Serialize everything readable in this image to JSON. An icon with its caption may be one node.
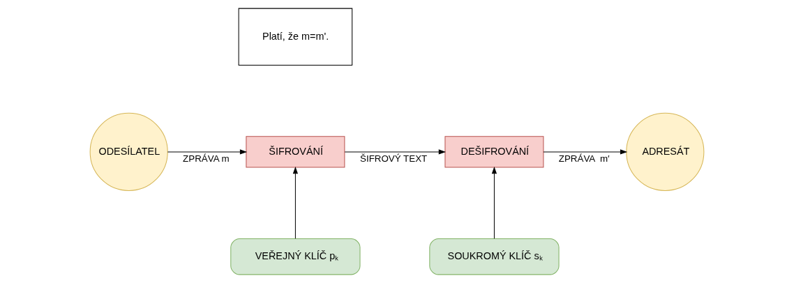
{
  "diagram": {
    "nodes": [
      {
        "text": [
          "Platí, že m=m'."
        ]
      },
      {
        "text": [
          "ODESÍLATEL"
        ]
      },
      {
        "text": [
          "ŠIFROVÁNÍ"
        ]
      },
      {
        "text": [
          "DEŠIFROVÁNÍ"
        ]
      },
      {
        "text": [
          "ADRESÁT"
        ]
      },
      {
        "text": [
          "VEŘEJNÝ KLÍČ pₖ"
        ]
      },
      {
        "text": [
          "SOUKROMÝ KLÍČ sₖ"
        ]
      }
    ],
    "edges": [
      {
        "from": 1,
        "to": 2,
        "arrow": "to",
        "label": "ZPRÁVA m"
      },
      {
        "from": 2,
        "to": 3,
        "arrow": "to",
        "label": "ŠIFROVÝ TEXT"
      },
      {
        "from": 3,
        "to": 4,
        "arrow": "to",
        "label": "ZPRÁVA  m′"
      },
      {
        "from": 5,
        "to": 2,
        "arrow": "to"
      },
      {
        "from": 6,
        "to": 3,
        "arrow": "to"
      }
    ]
  }
}
